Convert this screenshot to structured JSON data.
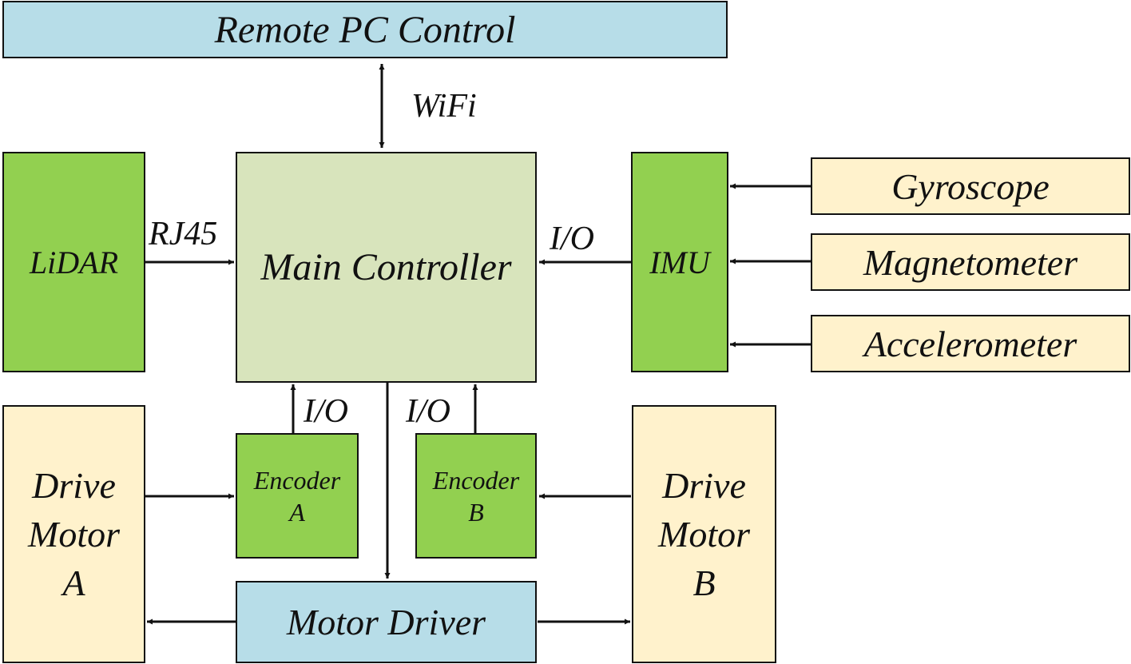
{
  "blocks": {
    "remote_pc": "Remote PC Control",
    "lidar": "LiDAR",
    "main_controller": "Main Controller",
    "imu": "IMU",
    "gyroscope": "Gyroscope",
    "magnetometer": "Magnetometer",
    "accelerometer": "Accelerometer",
    "drive_motor_a": [
      "Drive",
      "Motor",
      "A"
    ],
    "drive_motor_b": [
      "Drive",
      "Motor",
      "B"
    ],
    "encoder_a": [
      "Encoder",
      "A"
    ],
    "encoder_b": [
      "Encoder",
      "B"
    ],
    "motor_driver": "Motor Driver"
  },
  "links": {
    "wifi": "WiFi",
    "rj45": "RJ45",
    "io_imu": "I/O",
    "io_encoder_a": "I/O",
    "io_encoder_b": "I/O"
  },
  "colors": {
    "blue": "#b7dde8",
    "green": "#92d050",
    "sage": "#d8e4bc",
    "cream": "#fff2cc",
    "line": "#111111"
  }
}
